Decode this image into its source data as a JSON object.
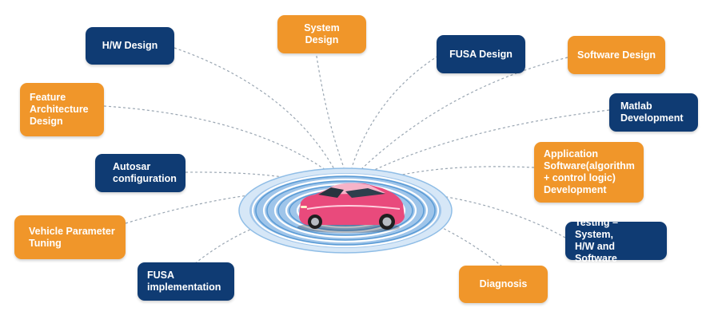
{
  "colors": {
    "orange": "#f0962a",
    "navy": "#0f3b73",
    "connector": "#9aa6b2",
    "ring": "#5a9bd5"
  },
  "center": {
    "name": "car-with-signal-rings"
  },
  "boxes": {
    "hw_design": "H/W Design",
    "system_design": "System Design",
    "fusa_design": "FUSA Design",
    "software_design": "Software Design",
    "feature_architecture_design": "Feature\nArchitecture\nDesign",
    "matlab_development": "Matlab\nDevelopment",
    "autosar_configuration": "Autosar\nconfiguration",
    "application_software": "Application\nSoftware(algorithm\n+ control logic)\nDevelopment",
    "vehicle_parameter_tuning": "Vehicle Parameter\nTuning",
    "testing": "Testing – System,\nH/W and Software",
    "fusa_implementation": "FUSA\nimplementation",
    "diagnosis": "Diagnosis"
  }
}
